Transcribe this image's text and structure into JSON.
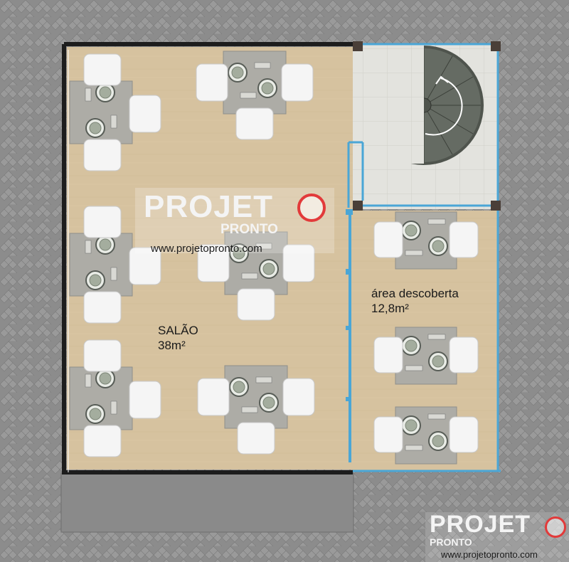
{
  "plan": {
    "salao": {
      "name": "SALÃO",
      "area": "38m²"
    },
    "outdoor": {
      "name": "área descoberta",
      "area": "12,8m²"
    }
  },
  "watermark_center": {
    "brand1": "PROJET",
    "brand2": "PRONTO",
    "url": "www.projetopronto.com"
  },
  "watermark_corner": {
    "brand1": "PROJET",
    "brand2": "PRONTO",
    "url": "www.projetopronto.com"
  },
  "colors": {
    "paving": "#8e8e8e",
    "wood_floor": "#d6c29f",
    "tile_floor": "#e3e3de",
    "wall": "#1d1d1d",
    "glass": "#4aa6d6",
    "table": "#a9aaa6",
    "chair": "#f5f5f5",
    "stair": "#5a5f58",
    "logo_ring": "#e23a3a"
  }
}
